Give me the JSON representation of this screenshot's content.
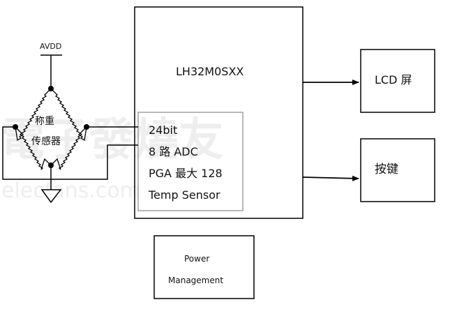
{
  "mcu": {
    "title": "LH32M0SXX",
    "features": [
      "24bit",
      "8 路  ADC",
      "PGA 最大 128",
      "Temp Sensor"
    ]
  },
  "sensor": {
    "supply_label": "AVDD",
    "label_line1": "称重",
    "label_line2": "传感器"
  },
  "lcd": {
    "label": "LCD  屏"
  },
  "keys": {
    "label": "按键"
  },
  "power": {
    "line1": "Power",
    "line2": "Management"
  },
  "watermark": {
    "line1": "電子發燒友",
    "line2": "elecfans.com"
  },
  "colors": {
    "line": "#000000",
    "feature_box": "#a0a0a0",
    "watermark": "#eeeeee"
  }
}
